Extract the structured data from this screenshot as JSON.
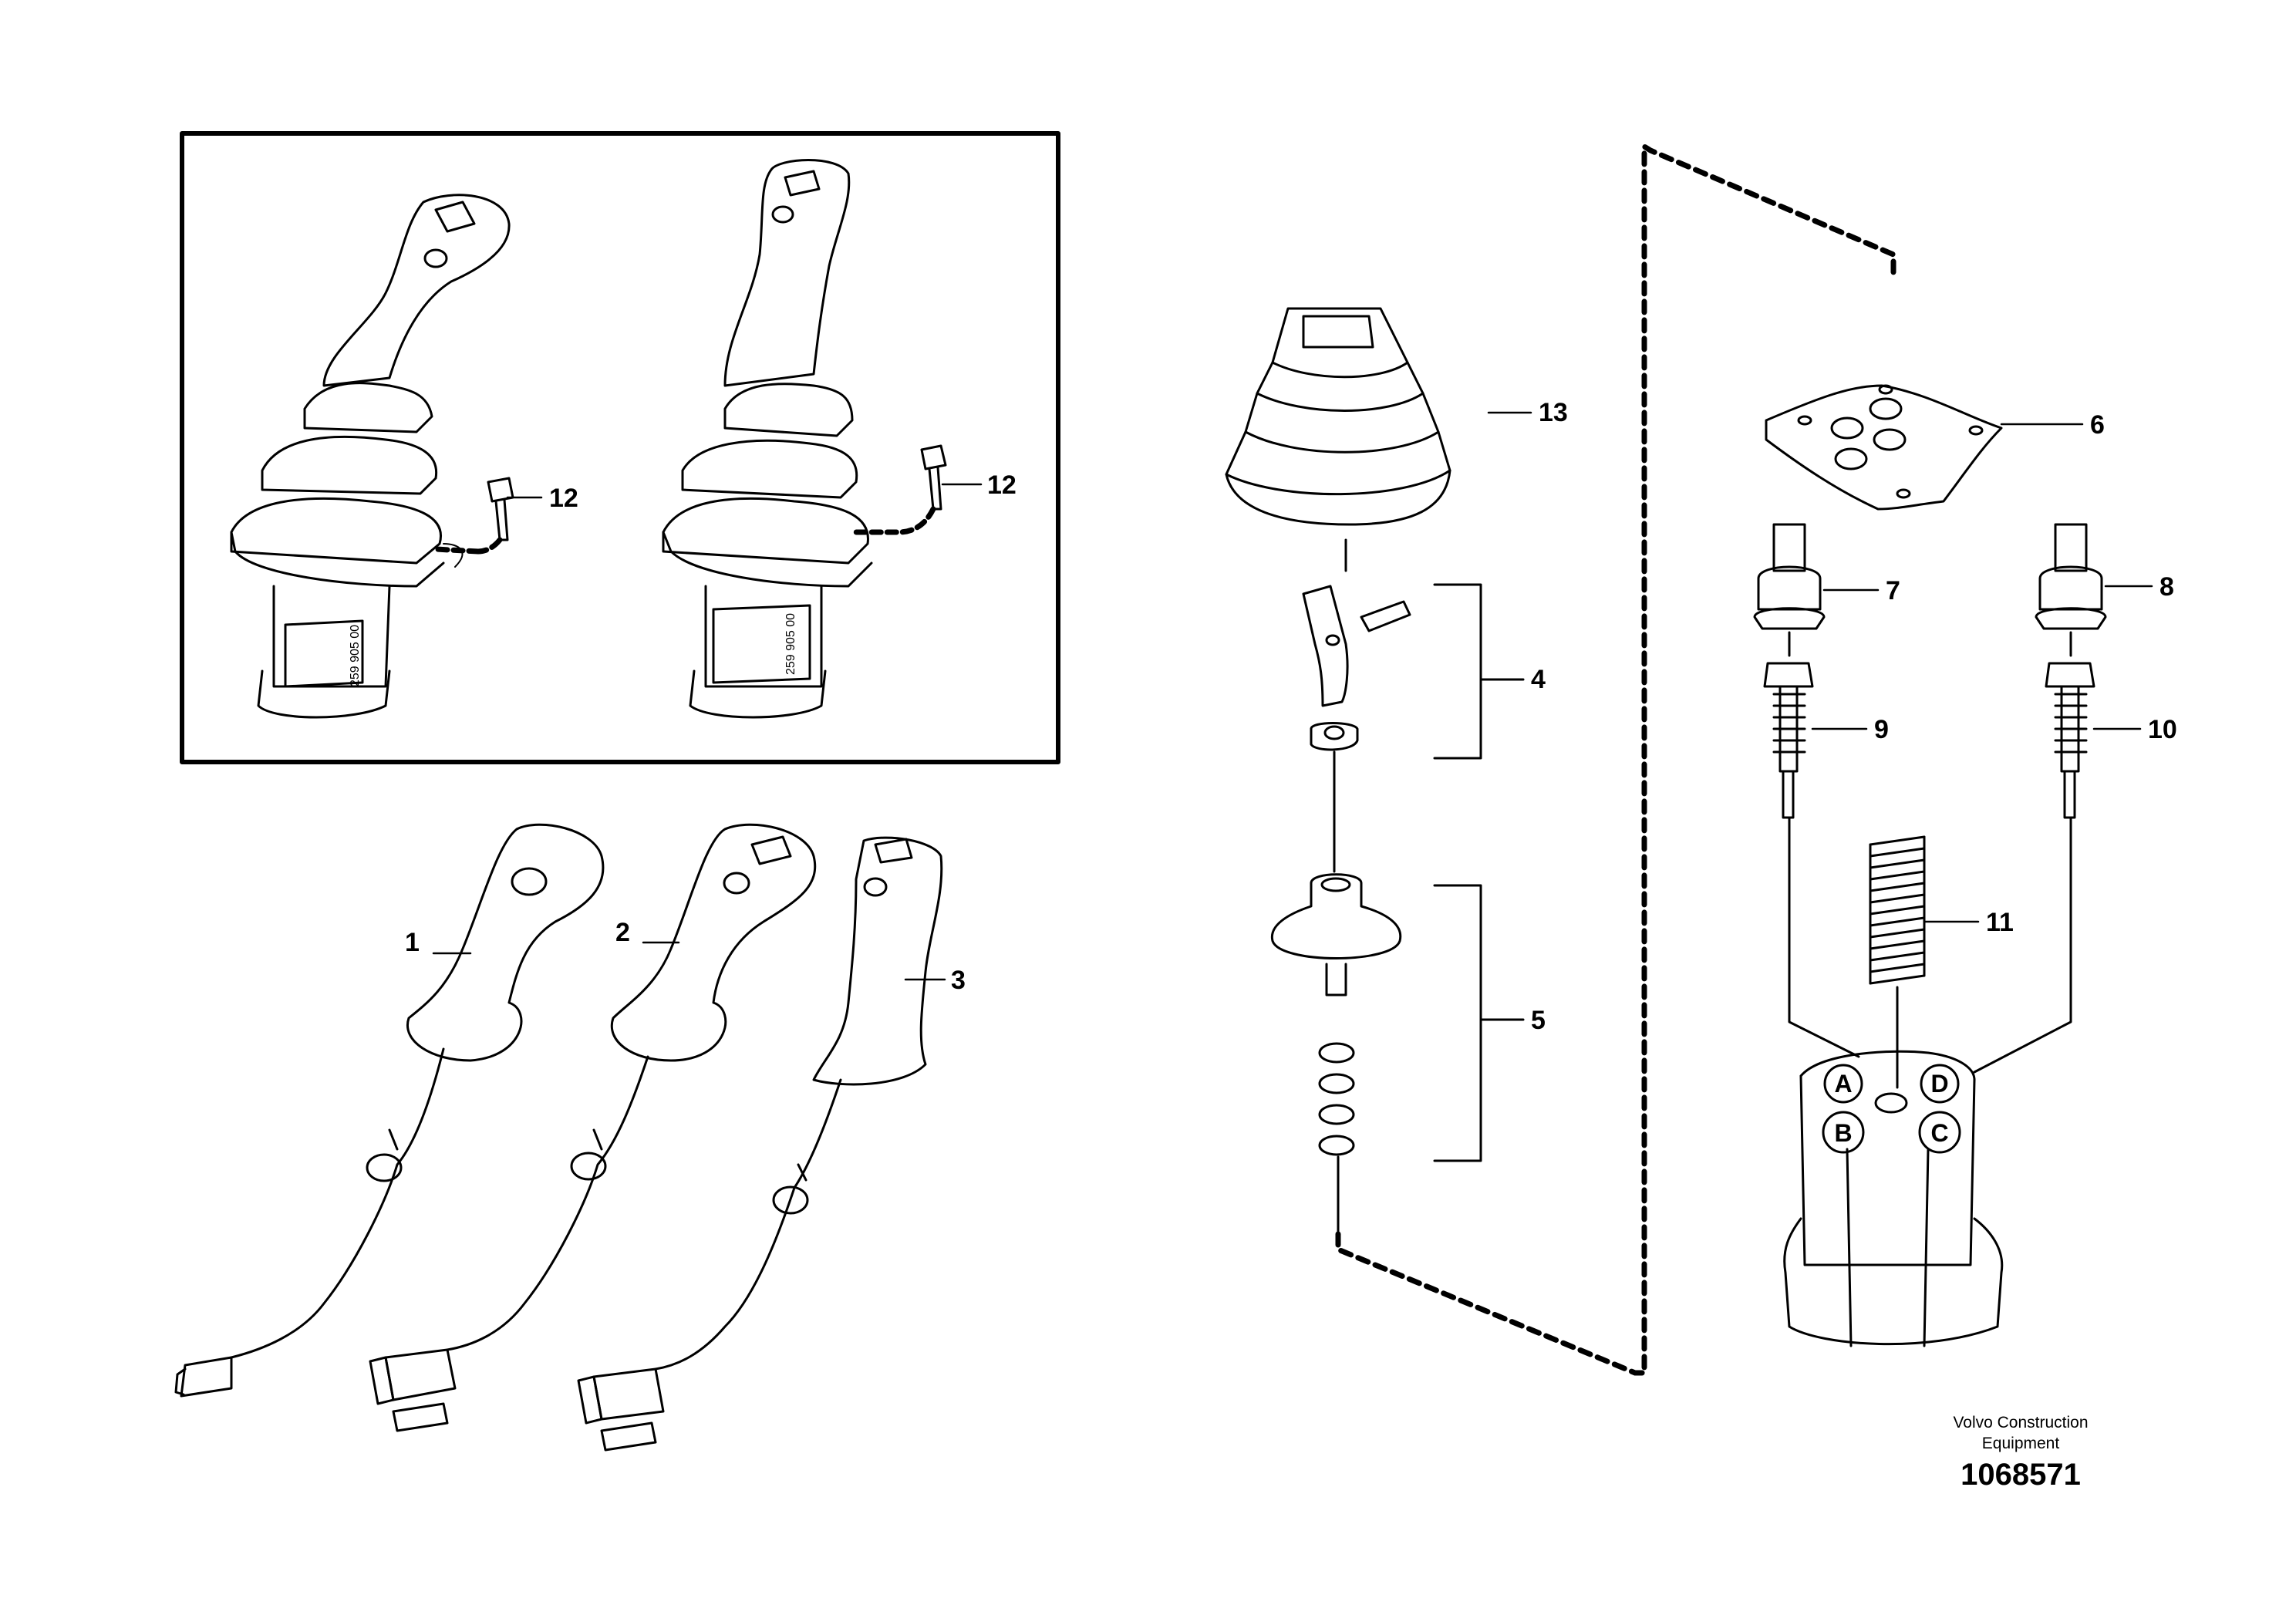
{
  "callouts": {
    "c1": "1",
    "c2": "2",
    "c3": "3",
    "c4": "4",
    "c5": "5",
    "c6": "6",
    "c7": "7",
    "c8": "8",
    "c9": "9",
    "c10": "10",
    "c11": "11",
    "c12a": "12",
    "c12b": "12",
    "c13": "13"
  },
  "port_labels": {
    "a": "A",
    "b": "B",
    "c": "C",
    "d": "D"
  },
  "stamps": {
    "left": "259 905 00",
    "right": "259 905 00"
  },
  "footer": {
    "company_line1": "Volvo Construction",
    "company_line2": "Equipment",
    "drawing_number": "1068571"
  },
  "colors": {
    "line": "#000000",
    "background": "#ffffff"
  }
}
